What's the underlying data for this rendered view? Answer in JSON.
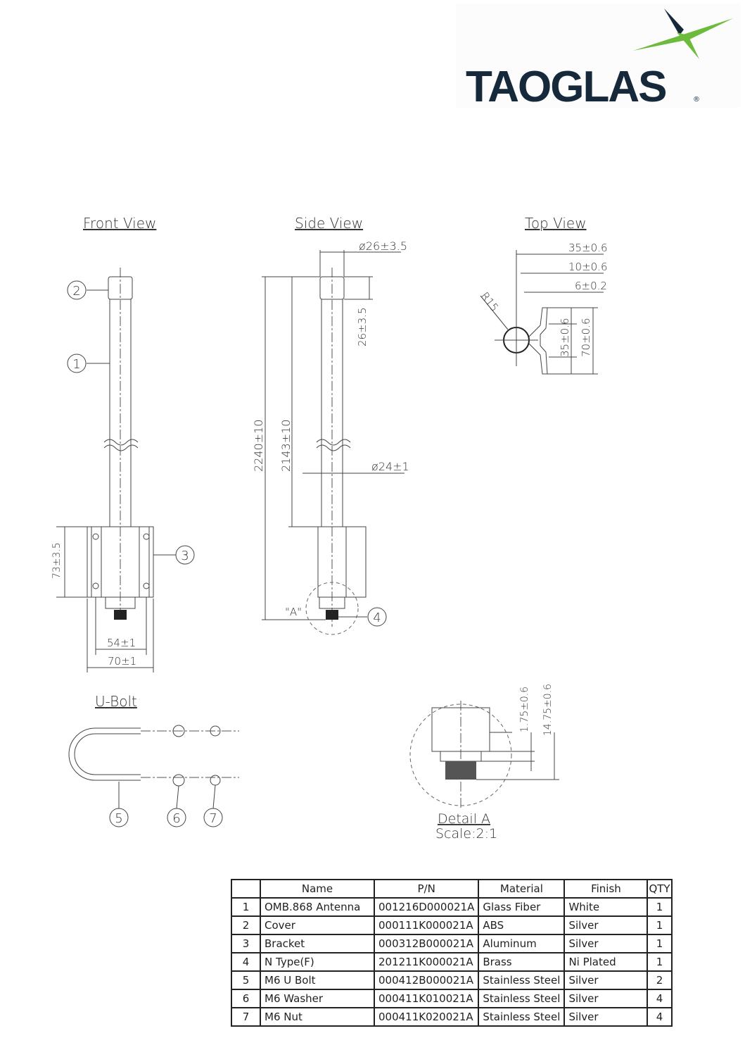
{
  "logo": {
    "text": "TAOGLAS",
    "mark": "®",
    "colors": {
      "navy": "#16293b",
      "green": "#6dbb3c"
    }
  },
  "views": {
    "front": "Front View",
    "side": "Side View",
    "top": "Top View",
    "ubolt": "U-Bolt",
    "detail": "Detail A",
    "scale": "Scale:2:1",
    "detail_marker": "\"A\""
  },
  "dimensions": {
    "dia_top": "ø26±3.5",
    "cap_len": "26±3.5",
    "total": "2240±10",
    "mast": "2143±10",
    "dia_tube": "ø24±1",
    "bracket_h": "73±3.5",
    "w54": "54±1",
    "w70": "70±1",
    "t35": "35±0.6",
    "t10": "10±0.6",
    "t6": "6±0.2",
    "r15": "R15",
    "v35": "35±0.6",
    "v70": "70±0.6",
    "d175": "1.75±0.6",
    "d1475": "14.75±0.6"
  },
  "balloons": [
    "1",
    "2",
    "3",
    "4",
    "5",
    "6",
    "7"
  ],
  "bom": {
    "headers": [
      "",
      "Name",
      "P/N",
      "Material",
      "Finish",
      "QTY"
    ],
    "rows": [
      [
        "1",
        "OMB.868 Antenna",
        "001216D000021A",
        "Glass Fiber",
        "White",
        "1"
      ],
      [
        "2",
        "Cover",
        "000111K000021A",
        "ABS",
        "Silver",
        "1"
      ],
      [
        "3",
        "Bracket",
        "000312B000021A",
        "Aluminum",
        "Silver",
        "1"
      ],
      [
        "4",
        "N Type(F)",
        "201211K000021A",
        "Brass",
        "Ni Plated",
        "1"
      ],
      [
        "5",
        "M6 U Bolt",
        "000412B000021A",
        "Stainless Steel",
        "Silver",
        "2"
      ],
      [
        "6",
        "M6 Washer",
        "000411K010021A",
        "Stainless Steel",
        "Silver",
        "4"
      ],
      [
        "7",
        "M6 Nut",
        "000411K020021A",
        "Stainless Steel",
        "Silver",
        "4"
      ]
    ]
  }
}
